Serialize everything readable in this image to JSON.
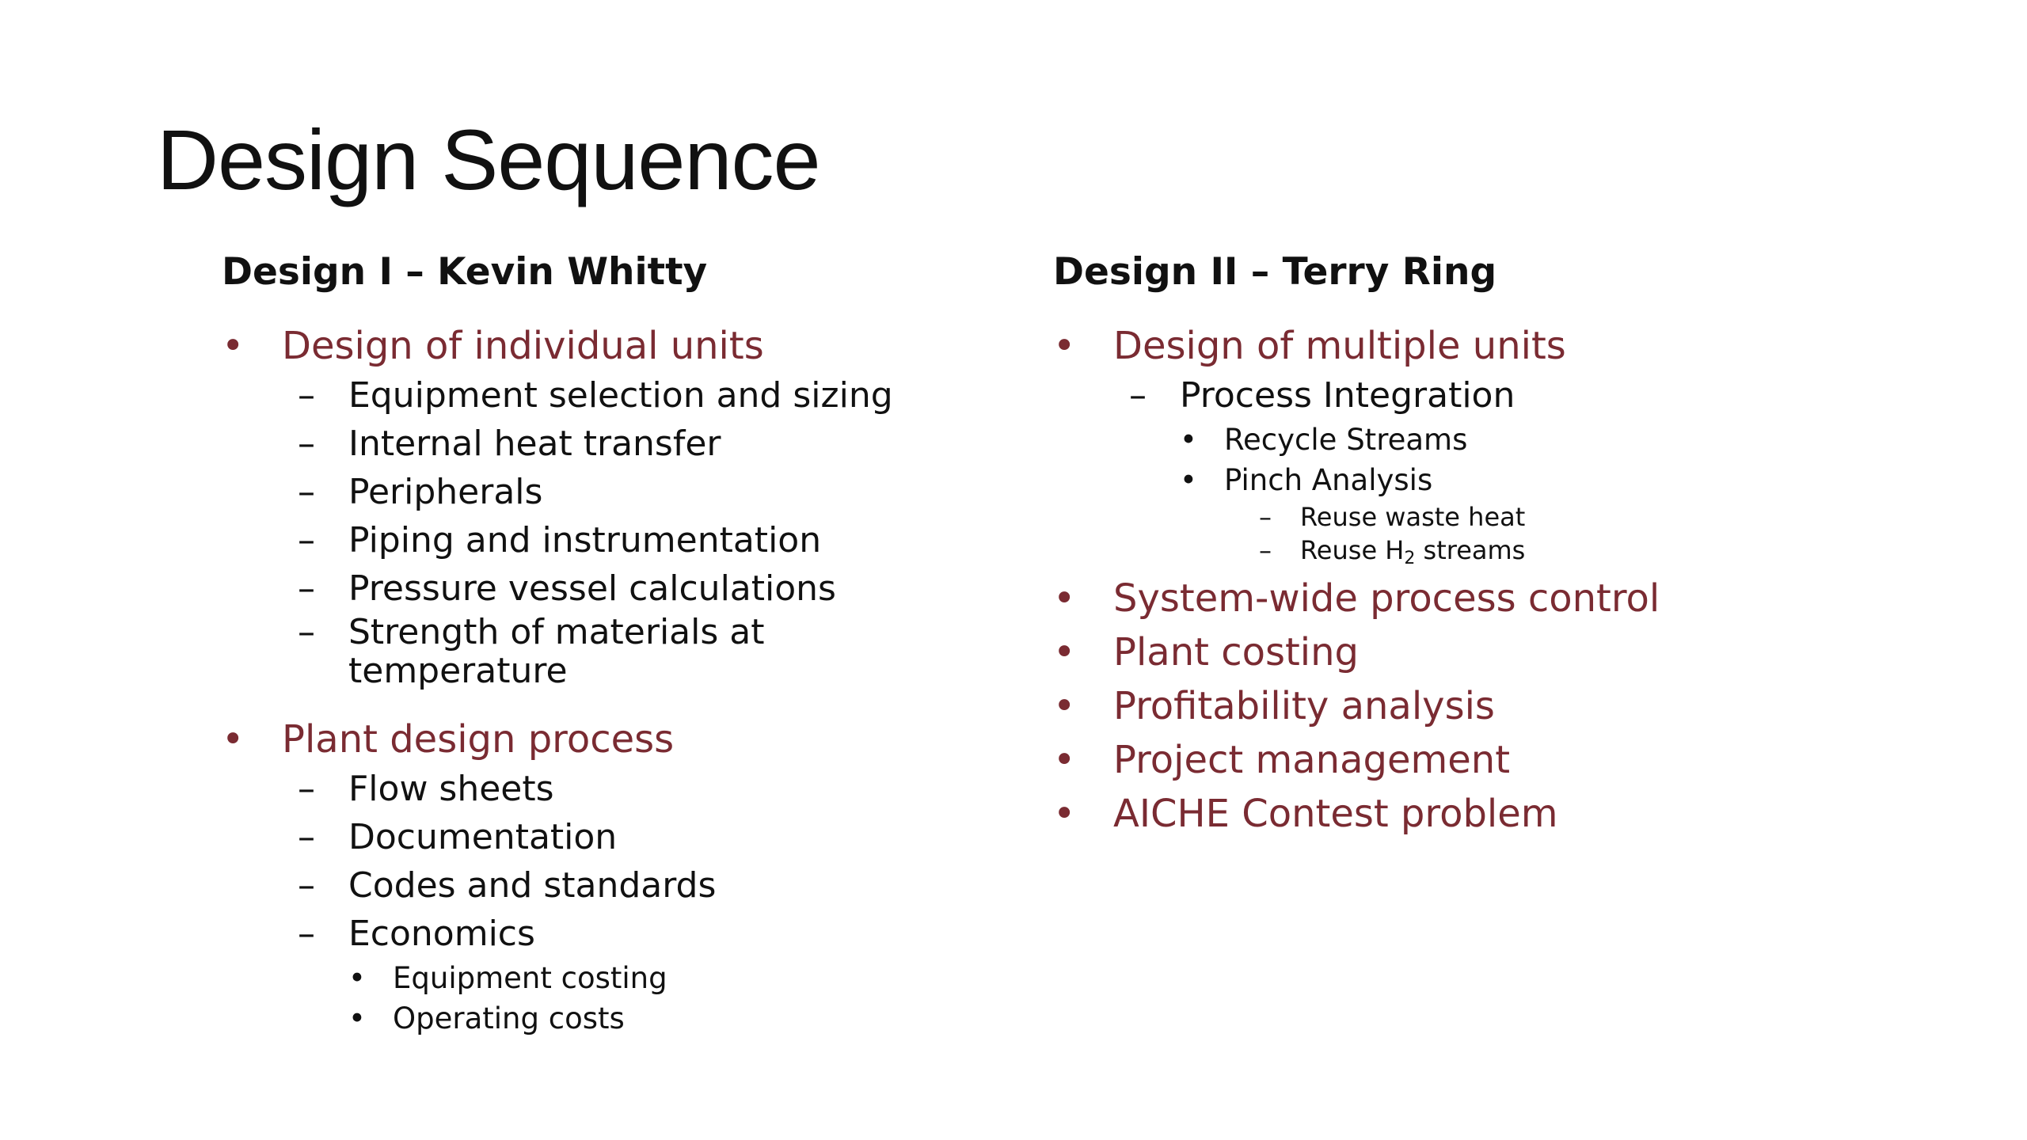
{
  "slide": {
    "title": "Design Sequence",
    "left": {
      "heading": "Design I – Kevin Whitty",
      "groups": [
        {
          "label": "Design of individual units",
          "items": [
            "Equipment selection and sizing",
            "Internal heat transfer",
            "Peripherals",
            "Piping and instrumentation",
            "Pressure vessel calculations",
            "Strength of materials at temperature"
          ]
        },
        {
          "label": "Plant design process",
          "items": [
            "Flow sheets",
            "Documentation",
            "Codes and standards",
            "Economics"
          ],
          "subitems": [
            "Equipment costing",
            "Operating costs"
          ]
        }
      ]
    },
    "right": {
      "heading": "Design II – Terry Ring",
      "group": {
        "label": "Design of multiple units",
        "item": "Process Integration",
        "subitems": [
          "Recycle Streams",
          "Pinch Analysis"
        ],
        "subsubitems": {
          "first": "Reuse waste heat",
          "second_prefix": "Reuse H",
          "second_sub": "2",
          "second_suffix": " streams"
        }
      },
      "bullets": [
        "System-wide process control",
        "Plant costing",
        "Profitability analysis",
        "Project management",
        "AICHE Contest problem"
      ]
    },
    "symbols": {
      "bullet": "•",
      "dash": "–"
    },
    "colors": {
      "accent": "#7a2b32",
      "text": "#111111",
      "background": "#ffffff"
    }
  }
}
